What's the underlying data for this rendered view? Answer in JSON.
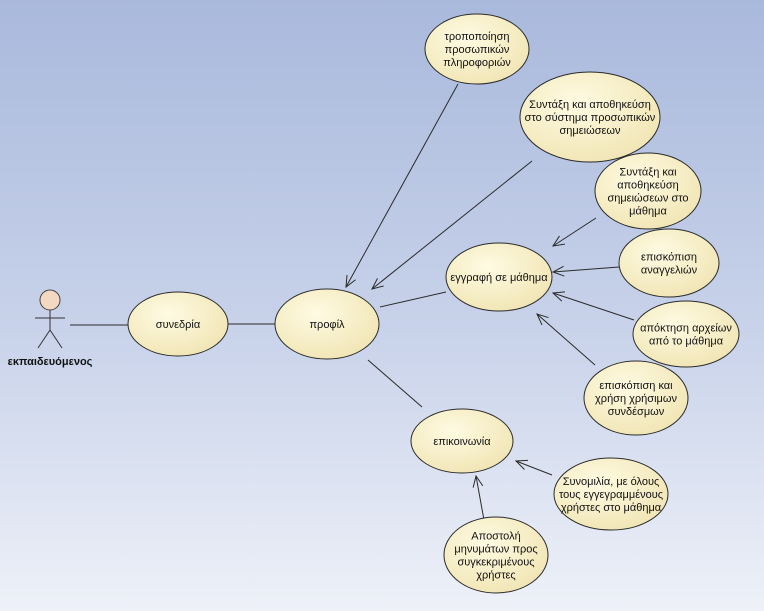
{
  "actor": {
    "label": "εκπαιδευόμενος"
  },
  "use_cases": [
    {
      "id": "uc-synedria",
      "lines": [
        "συνεδρία"
      ]
    },
    {
      "id": "uc-profil",
      "lines": [
        "προφίλ"
      ]
    },
    {
      "id": "uc-tropopoiisi",
      "lines": [
        "τροποποίηση",
        "προσωπικών",
        "πληροφοριών"
      ]
    },
    {
      "id": "uc-syntaxi-systima",
      "lines": [
        "Συντάξη και αποθηκεύση",
        "στο σύστημα προσωπικών",
        "σημειώσεων"
      ]
    },
    {
      "id": "uc-syntaxi-mathima",
      "lines": [
        "Συντάξη και",
        "αποθηκεύση",
        "σημειώσεων στο",
        "μάθημα"
      ]
    },
    {
      "id": "uc-eggrafi",
      "lines": [
        "εγγραφή σε μάθημα"
      ]
    },
    {
      "id": "uc-episkopisi-anakoinoseon",
      "lines": [
        "επισκόπιση",
        "αναγγελιών"
      ]
    },
    {
      "id": "uc-apoktisi-arxeion",
      "lines": [
        "απόκτηση αρχείων",
        "από το μάθημα"
      ]
    },
    {
      "id": "uc-episkopisi-syndesmon",
      "lines": [
        "επισκόπιση και",
        "χρήση  χρήσιμων",
        "συνδέσμων"
      ]
    },
    {
      "id": "uc-epikoinonia",
      "lines": [
        "επικοινωνία"
      ]
    },
    {
      "id": "uc-synomilia",
      "lines": [
        "Συνομιλία, με όλους",
        "τους εγγεγραμμένους",
        "χρήστες στο μάθημα"
      ]
    },
    {
      "id": "uc-apostoli",
      "lines": [
        "Αποστολή",
        "μηνυμάτων προς",
        "συγκεκριμένους",
        "χρήστες"
      ]
    }
  ],
  "colors": {
    "background_top": "#a9b9dc",
    "background_bottom": "#eef1f8",
    "ellipse_fill_light": "#fffbe3",
    "ellipse_fill_dark": "#efe3b0",
    "line": "#2b2b2b"
  }
}
